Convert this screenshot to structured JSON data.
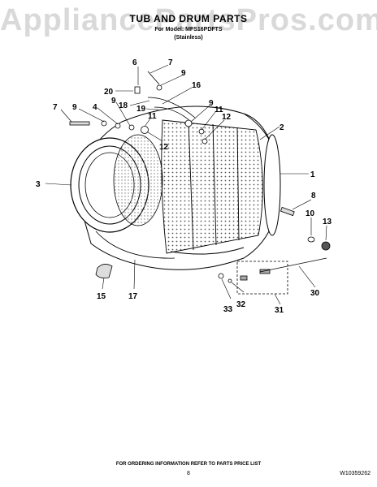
{
  "watermark": "AppliancePartsPros.com",
  "header": {
    "title": "TUB AND DRUM PARTS",
    "model_line": "For Model: MFS16PDFTS",
    "finish": "(Stainless)"
  },
  "callouts": [
    {
      "id": "c6",
      "label": "6"
    },
    {
      "id": "c7a",
      "label": "7"
    },
    {
      "id": "c9a",
      "label": "9"
    },
    {
      "id": "c20",
      "label": "20"
    },
    {
      "id": "c16",
      "label": "16"
    },
    {
      "id": "c18",
      "label": "18"
    },
    {
      "id": "c19",
      "label": "19"
    },
    {
      "id": "c7b",
      "label": "7"
    },
    {
      "id": "c9b",
      "label": "9"
    },
    {
      "id": "c4",
      "label": "4"
    },
    {
      "id": "c9c",
      "label": "9"
    },
    {
      "id": "c11a",
      "label": "11"
    },
    {
      "id": "c9d",
      "label": "9"
    },
    {
      "id": "c11b",
      "label": "11"
    },
    {
      "id": "c12a",
      "label": "12"
    },
    {
      "id": "c12b",
      "label": "12"
    },
    {
      "id": "c2",
      "label": "2"
    },
    {
      "id": "c3",
      "label": "3"
    },
    {
      "id": "c1",
      "label": "1"
    },
    {
      "id": "c8",
      "label": "8"
    },
    {
      "id": "c10",
      "label": "10"
    },
    {
      "id": "c13",
      "label": "13"
    },
    {
      "id": "c15",
      "label": "15"
    },
    {
      "id": "c17",
      "label": "17"
    },
    {
      "id": "c30",
      "label": "30"
    },
    {
      "id": "c31",
      "label": "31"
    },
    {
      "id": "c32",
      "label": "32"
    },
    {
      "id": "c33",
      "label": "33"
    }
  ],
  "footer": {
    "note": "FOR ORDERING INFORMATION REFER TO PARTS PRICE LIST",
    "page": "8",
    "doc_number": "W10359262"
  }
}
